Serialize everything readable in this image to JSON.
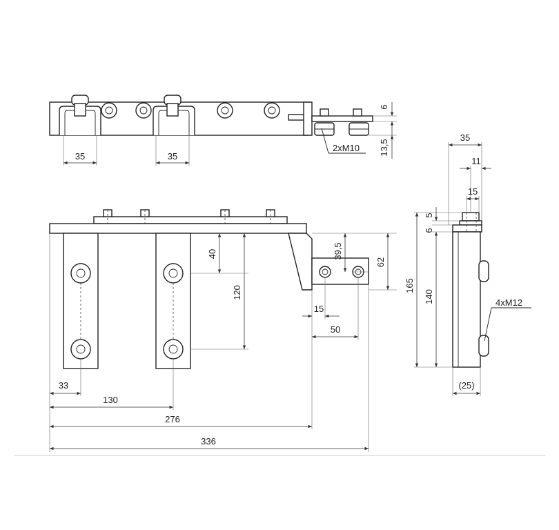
{
  "top_view": {
    "dims": {
      "left_clamp": "35",
      "right_clamp": "35",
      "thickness_top": "6",
      "bolt_height": "13,5"
    },
    "callout": "2xM10"
  },
  "front_view": {
    "dims": {
      "hole_33": "33",
      "hole_130": "130",
      "width_276": "276",
      "overall_336": "336",
      "slot_40": "40",
      "slot_120": "120",
      "tab_39_5": "39,5",
      "tab_62": "62",
      "tab_15": "15",
      "tab_50": "50"
    }
  },
  "side_view": {
    "dims": {
      "width_35": "35",
      "w_11": "11",
      "w_15": "15",
      "t_5": "5",
      "t_6": "6",
      "h_165": "165",
      "h_140": "140",
      "depth_25": "(25)"
    },
    "callout": "4xM12"
  }
}
